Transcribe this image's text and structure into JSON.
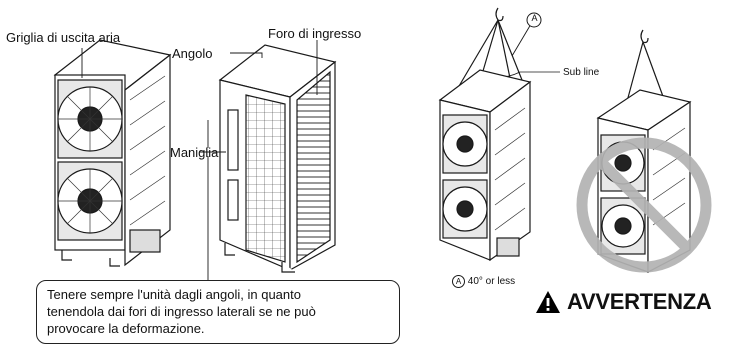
{
  "labels": {
    "grille": "Griglia di uscita aria",
    "corner": "Angolo",
    "inlet": "Foro di ingresso",
    "handle": "Maniglia",
    "sub_line": "Sub line",
    "angle_marker": "A",
    "angle_note_marker": "A",
    "angle_note_text": "40° or less"
  },
  "note": {
    "line1": "Tenere sempre l'unità dagli angoli, in quanto",
    "line2": "tenendola dai fori di ingresso laterali se ne può",
    "line3": "provocare la deformazione."
  },
  "warning": {
    "text": "AVVERTENZA",
    "color": "#000000"
  },
  "colors": {
    "line": "#1a1a1a",
    "prohibition": "#b3b3b3"
  }
}
